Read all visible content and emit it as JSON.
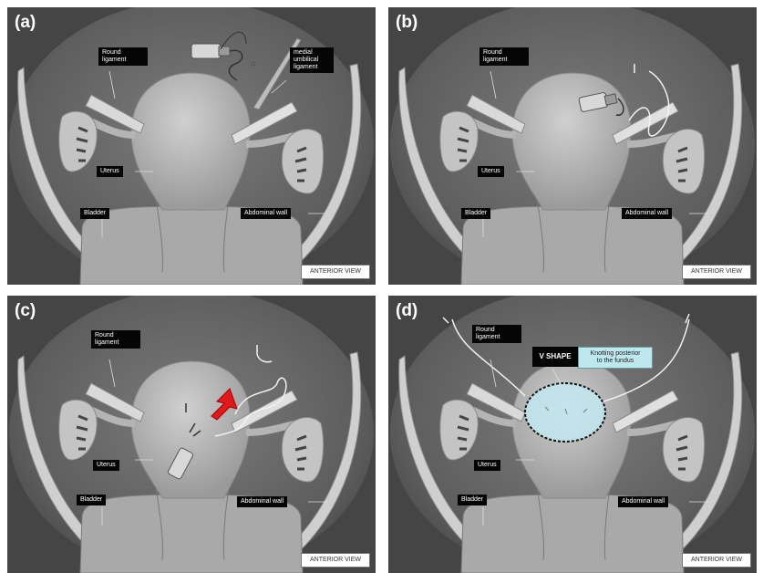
{
  "panels": [
    {
      "letter": "(a)",
      "labels": {
        "round_ligament": "Round\nligament",
        "medial_umbilical_ligament": "medial\numbilical\nligament",
        "uterus": "Uterus",
        "bladder": "Bladder",
        "abdominal_wall": "Abdominal wall"
      },
      "view": "ANTERIOR VIEW"
    },
    {
      "letter": "(b)",
      "labels": {
        "round_ligament": "Round\nligament",
        "uterus": "Uterus",
        "bladder": "Bladder",
        "abdominal_wall": "Abdominal wall"
      },
      "view": "ANTERIOR VIEW"
    },
    {
      "letter": "(c)",
      "labels": {
        "round_ligament": "Round\nligament",
        "uterus": "Uterus",
        "bladder": "Bladder",
        "abdominal_wall": "Abdominal wall"
      },
      "view": "ANTERIOR VIEW"
    },
    {
      "letter": "(d)",
      "labels": {
        "round_ligament": "Round\nligament",
        "uterus": "Uterus",
        "bladder": "Bladder",
        "abdominal_wall": "Abdominal wall",
        "v_shape": "V SHAPE",
        "knotting_note": "Knotting posterior\nto the fundus"
      },
      "view": "ANTERIOR VIEW"
    }
  ],
  "colors": {
    "background": "#454545",
    "cavity": "#6a6a6a",
    "wall": "#c8c8c8",
    "uterus": "#b9b9b9",
    "arrow": "#e0191c",
    "note_fill": "#bfe7ee"
  }
}
